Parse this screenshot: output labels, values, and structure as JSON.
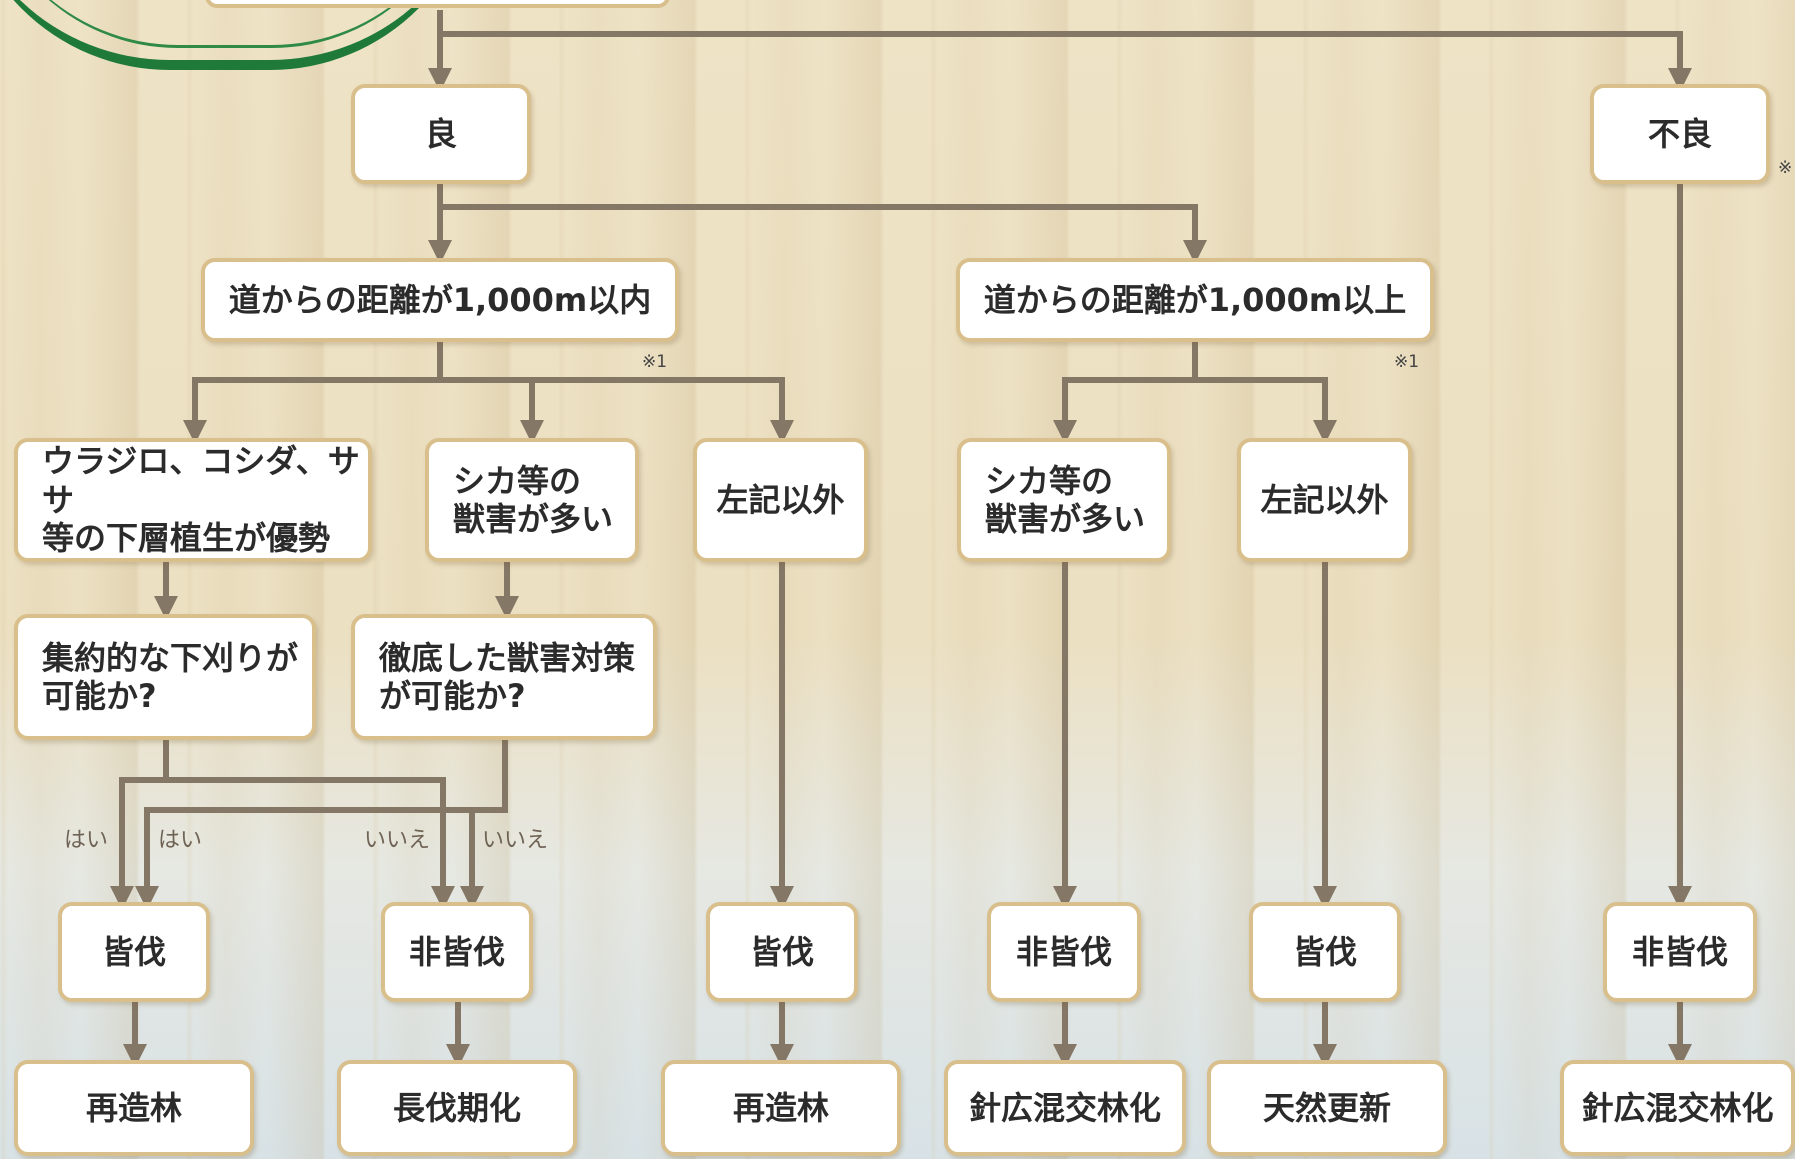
{
  "boxes": {
    "good": "良",
    "poor": "不良",
    "dist_within": "道からの距離が1,000m以内",
    "dist_beyond": "道からの距離が1,000m以上",
    "undergrowth": "ウラジロ、コシダ、ササ\n等の下層植生が優勢",
    "deer_damage_a": "シカ等の\n獣害が多い",
    "other_a": "左記以外",
    "deer_damage_b": "シカ等の\n獣害が多い",
    "other_b": "左記以外",
    "intensive_weeding": "集約的な下刈りが\n可能か?",
    "pest_control": "徹底した獣害対策\nが可能か?",
    "clearcut_1": "皆伐",
    "selective_1": "非皆伐",
    "clearcut_2": "皆伐",
    "selective_2": "非皆伐",
    "clearcut_3": "皆伐",
    "selective_3": "非皆伐",
    "outcome_reforest_1": "再造林",
    "outcome_longrotation": "長伐期化",
    "outcome_reforest_2": "再造林",
    "outcome_mixed_1": "針広混交林化",
    "outcome_natural": "天然更新",
    "outcome_mixed_2": "針広混交林化"
  },
  "notes": {
    "note1": "※1",
    "note2": "※1",
    "note3": "※"
  },
  "edge_labels": {
    "yes_1": "はい",
    "yes_2": "はい",
    "no_1": "いいえ",
    "no_2": "いいえ"
  },
  "colors": {
    "line": "#857766",
    "box_border": "#d9bf8c",
    "logo_green": "#1f7a3a"
  }
}
